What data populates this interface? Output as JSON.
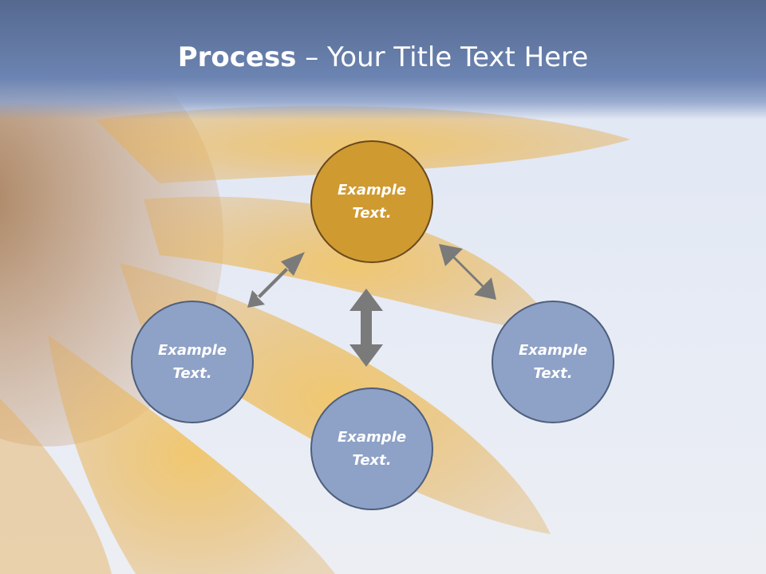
{
  "title": {
    "bold": "Process",
    "rest": " – Your Title Text Here"
  },
  "nodes": [
    {
      "text": "Example Text.",
      "role": "center"
    },
    {
      "text": "Example Text.",
      "role": "left"
    },
    {
      "text": "Example Text.",
      "role": "bottom"
    },
    {
      "text": "Example Text.",
      "role": "right"
    }
  ],
  "colors": {
    "primary_node": "#cf9a30",
    "secondary_node": "#8ea1c6",
    "arrow": "#7a7a7a",
    "title_band": "#6c84b2"
  }
}
